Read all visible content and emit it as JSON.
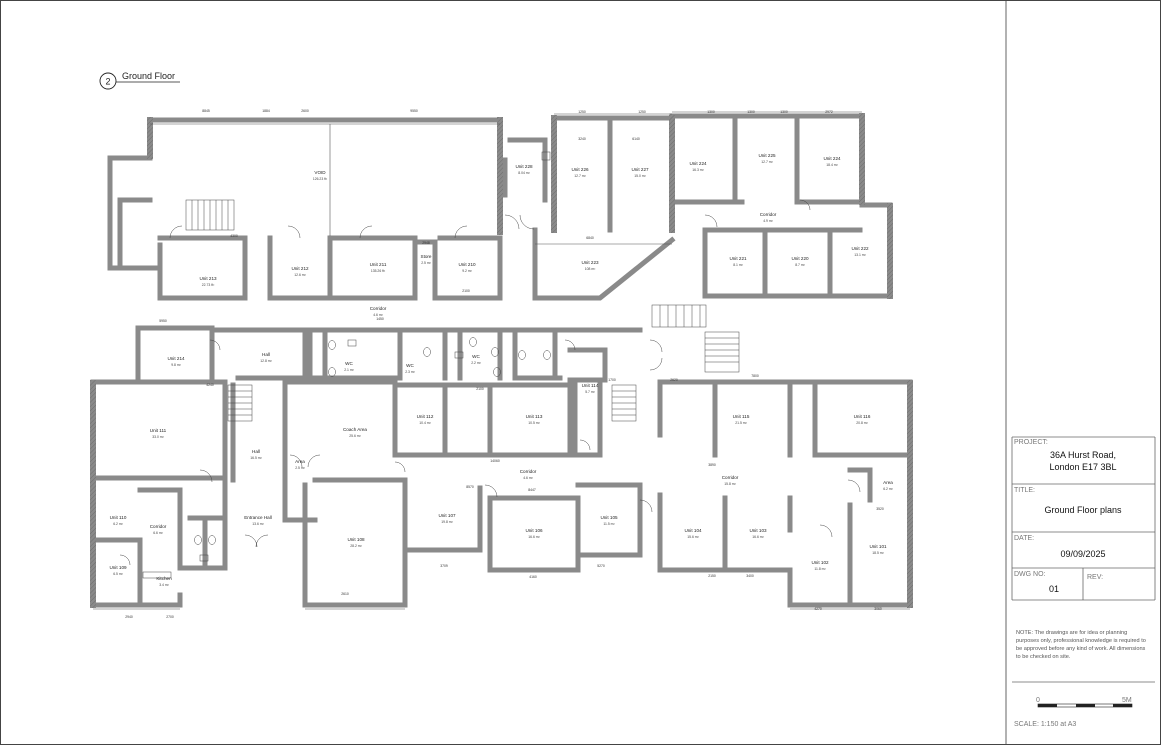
{
  "drawing": {
    "view_number": "2",
    "view_title": "Ground Floor"
  },
  "title_block": {
    "project_label": "PROJECT:",
    "project_line1": "36A Hurst Road,",
    "project_line2": "London E17 3BL",
    "title_label": "TITLE:",
    "title_value": "Ground Floor plans",
    "date_label": "DATE:",
    "date_value": "09/09/2025",
    "dwg_label": "DWG NO:",
    "dwg_value": "01",
    "rev_label": "REV:",
    "note_lines": [
      "NOTE: The drawings are for idea or planning",
      "purposes only, professional knowledge is required to",
      "be approved before any kind of work. All dimensions",
      "to be checked on site."
    ],
    "scale_start": "0",
    "scale_end": "5M",
    "scale_text": "SCALE: 1:150 at A3"
  },
  "rooms": [
    {
      "id": "r_void",
      "name": "VOID",
      "area": "126.23 ft²"
    },
    {
      "id": "r228",
      "name": "Unit 228",
      "area": "8.04 m²"
    },
    {
      "id": "r226",
      "name": "Unit 226",
      "area": "12.7 m²"
    },
    {
      "id": "r227",
      "name": "Unit 227",
      "area": "15.0 m²"
    },
    {
      "id": "r224",
      "name": "Unit 224",
      "area": "16.3 m²"
    },
    {
      "id": "r225",
      "name": "Unit 225",
      "area": "12.7 m²"
    },
    {
      "id": "r224b",
      "name": "Unit 224",
      "area": "18.4 m²"
    },
    {
      "id": "r_c2",
      "name": "Corridor",
      "area": "4.9 m²"
    },
    {
      "id": "r213",
      "name": "Unit 213",
      "area": "22.73 ft²"
    },
    {
      "id": "r212",
      "name": "Unit 212",
      "area": "12.6 m²"
    },
    {
      "id": "r211",
      "name": "Unit 211",
      "area": "135.26 ft²"
    },
    {
      "id": "r_store",
      "name": "Store",
      "area": "2.5 m²"
    },
    {
      "id": "r210",
      "name": "Unit 210",
      "area": "9.2 m²"
    },
    {
      "id": "r223",
      "name": "Unit 223",
      "area": "108 m²"
    },
    {
      "id": "r221",
      "name": "Unit 221",
      "area": "8.1 m²"
    },
    {
      "id": "r220",
      "name": "Unit 220",
      "area": "8.7 m²"
    },
    {
      "id": "r222",
      "name": "Unit 222",
      "area": "13.1 m²"
    },
    {
      "id": "r_corr1",
      "name": "Corridor",
      "area": "4.6 m²"
    },
    {
      "id": "r214",
      "name": "Unit 214",
      "area": "9.8 m²"
    },
    {
      "id": "r_hall1",
      "name": "Hall",
      "area": "12.8 m²"
    },
    {
      "id": "r_wc1",
      "name": "WC",
      "area": "2.1 m²"
    },
    {
      "id": "r_wc2",
      "name": "WC",
      "area": "2.3 m²"
    },
    {
      "id": "r_wc3",
      "name": "WC",
      "area": "2.2 m²"
    },
    {
      "id": "r114",
      "name": "Unit 114",
      "area": "5.7 m²"
    },
    {
      "id": "r111",
      "name": "Unit 111",
      "area": "33.0 m²"
    },
    {
      "id": "r_hall2",
      "name": "Hall",
      "area": "16.5 m²"
    },
    {
      "id": "r_coach",
      "name": "Coach Area",
      "area": "25.6 m²"
    },
    {
      "id": "r_area1",
      "name": "Area",
      "area": "2.5 m²"
    },
    {
      "id": "r112",
      "name": "Unit 112",
      "area": "10.4 m²"
    },
    {
      "id": "r113",
      "name": "Unit 113",
      "area": "10.5 m²"
    },
    {
      "id": "r_corr_c",
      "name": "Corridor",
      "area": "4.6 m²"
    },
    {
      "id": "r115",
      "name": "Unit 115",
      "area": "21.5 m²"
    },
    {
      "id": "r116",
      "name": "Unit 116",
      "area": "20.8 m²"
    },
    {
      "id": "r_area2",
      "name": "Area",
      "area": "6.2 m²"
    },
    {
      "id": "r_corr_r",
      "name": "Corridor",
      "area": "15.8 m²"
    },
    {
      "id": "r110",
      "name": "Unit 110",
      "area": "6.2 m²"
    },
    {
      "id": "r_corr_l",
      "name": "Corridor",
      "area": "6.6 m²"
    },
    {
      "id": "r109",
      "name": "Unit 109",
      "area": "6.5 m²"
    },
    {
      "id": "r_kitchen",
      "name": "Kitchen",
      "area": "3.4 m²"
    },
    {
      "id": "r_ehall",
      "name": "Entrance Hall",
      "area": "13.6 m²"
    },
    {
      "id": "r108",
      "name": "Unit 108",
      "area": "28.2 m²"
    },
    {
      "id": "r107",
      "name": "Unit 107",
      "area": "19.8 m²"
    },
    {
      "id": "r106",
      "name": "Unit 106",
      "area": "16.6 m²"
    },
    {
      "id": "r105",
      "name": "Unit 105",
      "area": "11.5 m²"
    },
    {
      "id": "r104",
      "name": "Unit 104",
      "area": "15.6 m²"
    },
    {
      "id": "r103",
      "name": "Unit 103",
      "area": "16.6 m²"
    },
    {
      "id": "r102",
      "name": "Unit 102",
      "area": "11.8 m²"
    },
    {
      "id": "r101",
      "name": "Unit 101",
      "area": "18.5 m²"
    }
  ],
  "dimensions": [
    "8845",
    "1884",
    "2600",
    "9550",
    "1250",
    "1250",
    "1300",
    "1300",
    "1300",
    "2972",
    "5950",
    "4300",
    "1450",
    "2948",
    "2100",
    "3240",
    "6140",
    "6840",
    "7800",
    "1700",
    "2620",
    "3890",
    "14060",
    "8447",
    "8570",
    "3709",
    "4160",
    "5270",
    "2150",
    "3400",
    "4270",
    "3060",
    "2940",
    "2700",
    "4240",
    "2100",
    "2610",
    "3520"
  ]
}
